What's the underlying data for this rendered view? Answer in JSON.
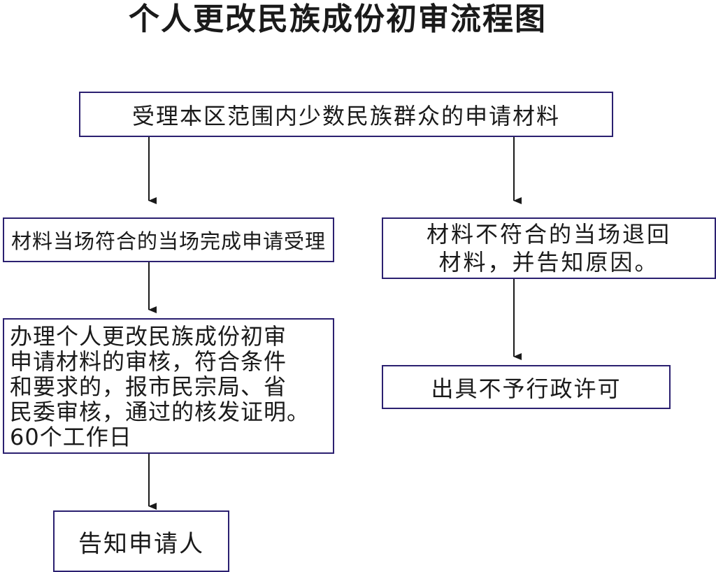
{
  "diagram": {
    "title": "个人更改民族成份初审流程图",
    "nodes": {
      "receive": "受理本区范围内少数民族群众的申请材料",
      "accept": "材料当场符合的当场完成申请受理",
      "return_line1": "材料不符合的当场退回",
      "return_line2": "材料，并告知原因。",
      "review_line1": "办理个人更改民族成份初审",
      "review_line2": "申请材料的审核，符合条件",
      "review_line3": "和要求的，报市民宗局、省",
      "review_line4": "民委审核，通过的核发证明。",
      "review_line5": "60个工作日",
      "deny": "出具不予行政许可",
      "notify": "告知申请人"
    },
    "edges": [
      [
        "receive",
        "accept"
      ],
      [
        "receive",
        "return"
      ],
      [
        "accept",
        "review"
      ],
      [
        "return",
        "deny"
      ],
      [
        "review",
        "notify"
      ]
    ],
    "colors": {
      "box_border": "#2b2070",
      "arrow": "#1a1a1a",
      "text": "#1a1a1a"
    }
  }
}
